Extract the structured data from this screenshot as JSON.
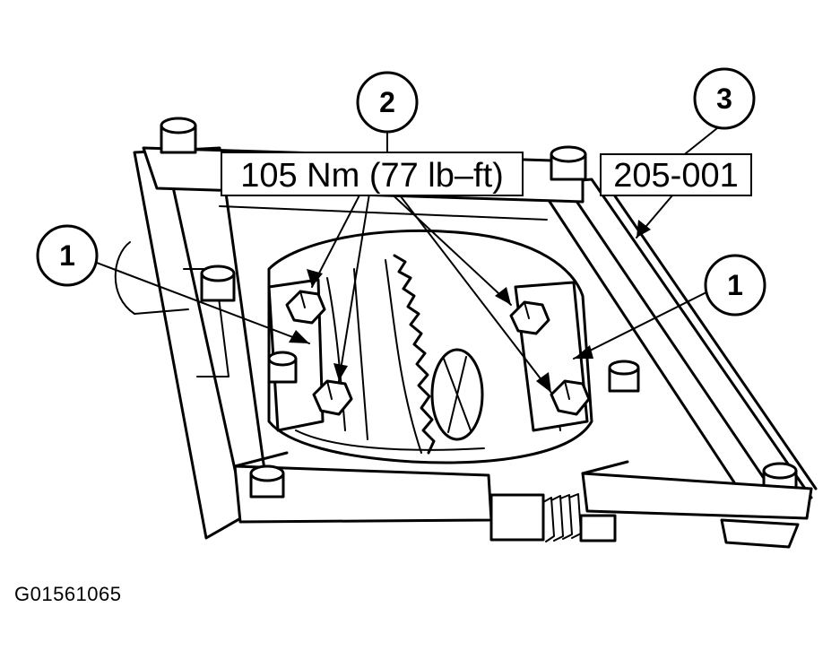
{
  "figure": {
    "id_label": "G01561065"
  },
  "callouts": {
    "left_1": "1",
    "right_1": "1",
    "top_2": "2",
    "top_3": "3"
  },
  "spec": {
    "torque_label": "105 Nm (77 lb–ft)",
    "tool_number": "205-001"
  }
}
